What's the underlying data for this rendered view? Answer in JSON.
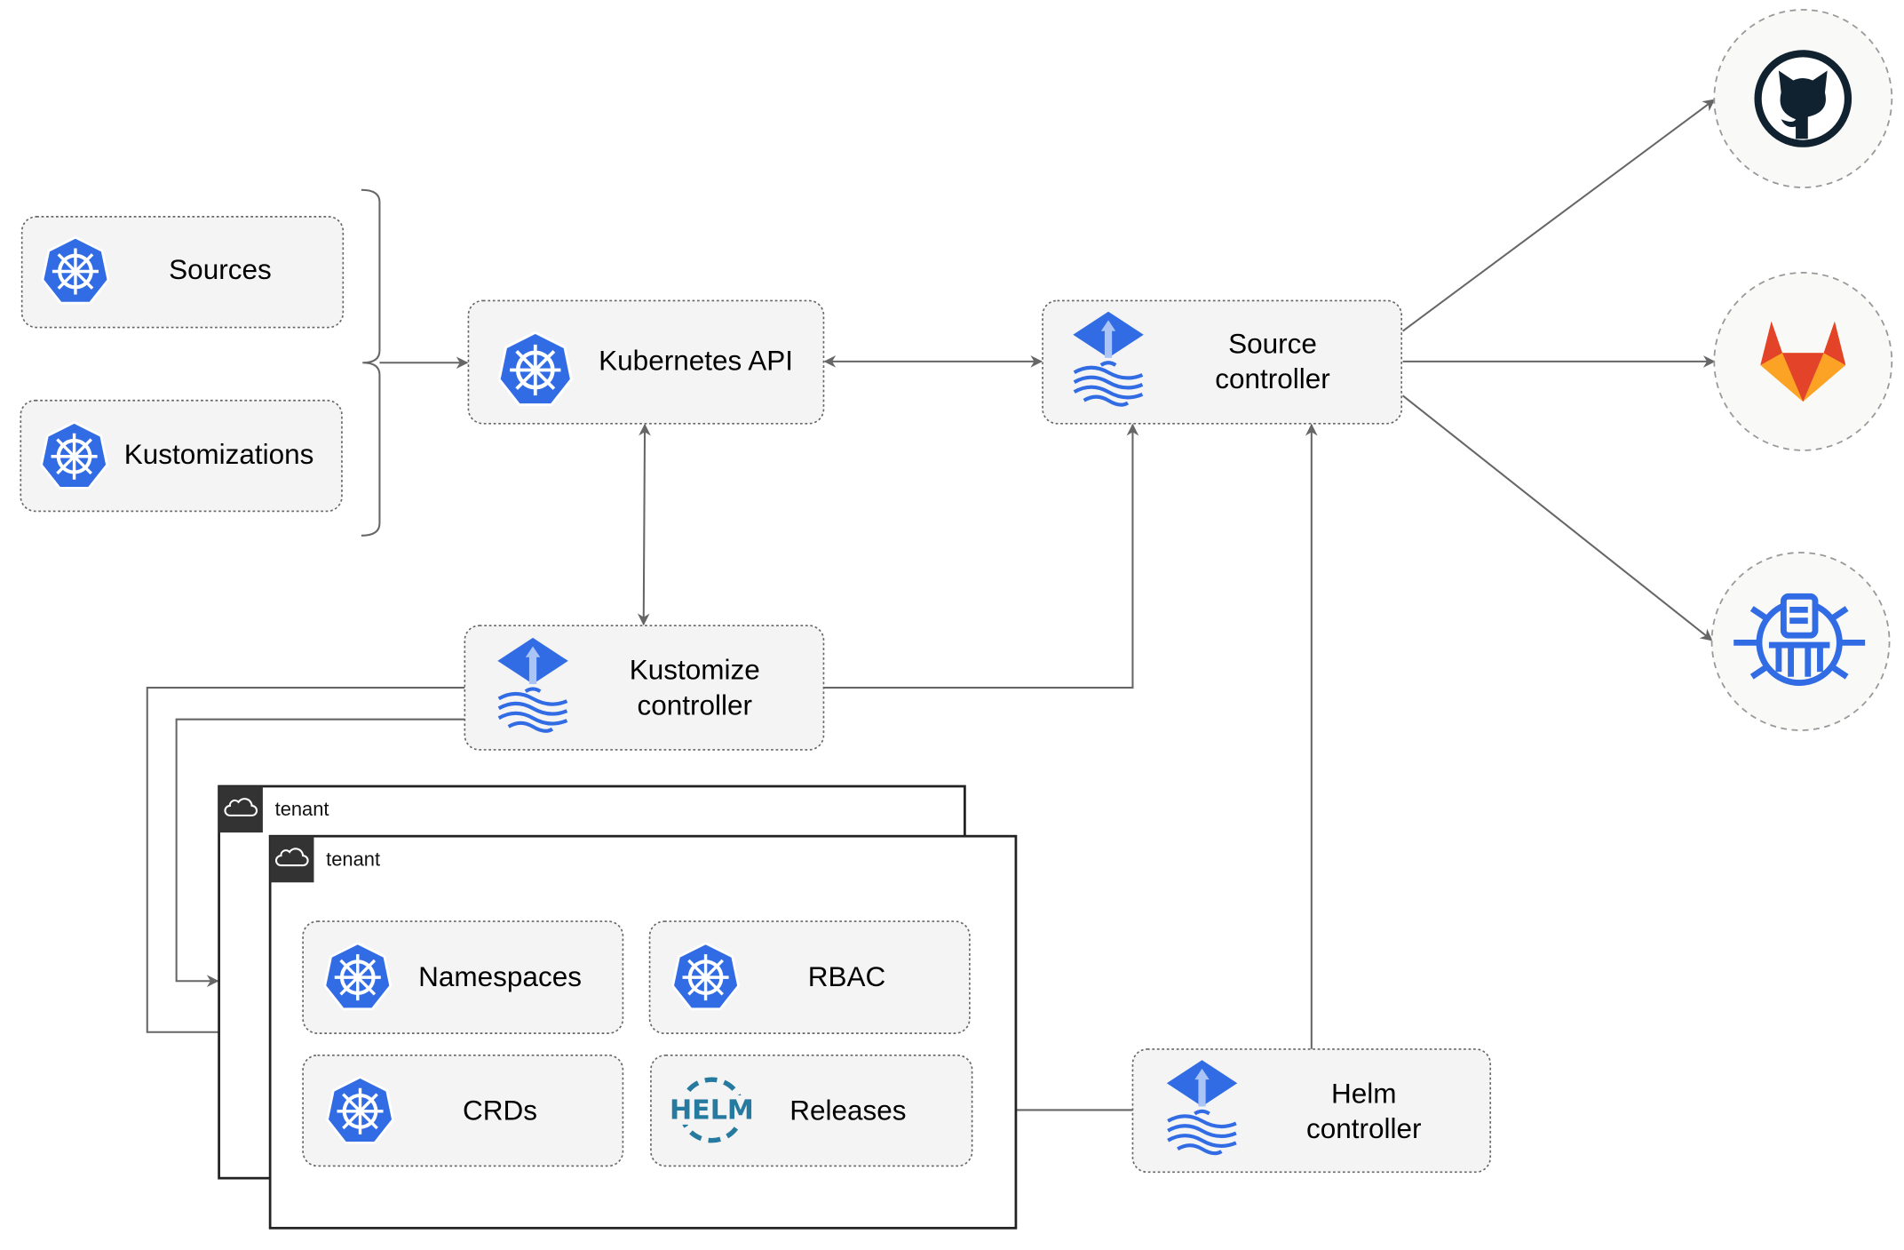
{
  "nodes": {
    "sources": "Sources",
    "kustomizations": "Kustomizations",
    "kubernetes_api": "Kubernetes API",
    "source_controller": [
      "Source",
      "controller"
    ],
    "kustomize_controller": [
      "Kustomize",
      "controller"
    ],
    "helm_controller": [
      "Helm",
      "controller"
    ],
    "namespaces": "Namespaces",
    "rbac": "RBAC",
    "crds": "CRDs",
    "releases": "Releases"
  },
  "tenants": [
    "tenant",
    "tenant"
  ],
  "helm_logo_text": "HELM",
  "external_sources": [
    {
      "icon": "github-icon"
    },
    {
      "icon": "gitlab-icon"
    },
    {
      "icon": "bucket-icon"
    }
  ],
  "colors": {
    "k8s_blue": "#326ce5",
    "gitlab_orange": "#e24329",
    "github_dark": "#10212f",
    "helm_blue": "#277a9f"
  }
}
